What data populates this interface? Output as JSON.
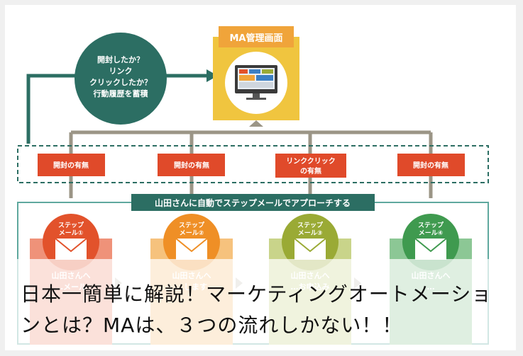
{
  "diagram": {
    "ma_box_label": "MA管理画面",
    "circle_lines": [
      "開封したか？",
      "リンク",
      "クリックしたか？",
      "行動履歴を蓄積"
    ],
    "checkpoints": [
      {
        "lines": [
          "開封の有無"
        ]
      },
      {
        "lines": [
          "開封の有無"
        ]
      },
      {
        "lines": [
          "リンククリック",
          "の有無"
        ]
      },
      {
        "lines": [
          "開封の有無"
        ]
      }
    ],
    "banner": "山田さんに自動でステップメールでアプローチする",
    "steps": [
      {
        "line1": "ステップ",
        "line2": "メール①",
        "card_line1": "山田さんへ",
        "card_line2": "…メール",
        "color": "#e2522b",
        "card_color": "#ef9279"
      },
      {
        "line1": "ステップ",
        "line2": "メール②",
        "card_line1": "山田さんへ",
        "card_line2": "…します",
        "color": "#ef8f26",
        "card_color": "#f6c27d"
      },
      {
        "line1": "ステップ",
        "line2": "メール③",
        "card_line1": "山田さんへ",
        "card_line2": "…お申込み",
        "color": "#9aaa35",
        "card_color": "#c9d48a"
      },
      {
        "line1": "ステップ",
        "line2": "メール④",
        "card_line1": "山田さんへ",
        "card_line2": "…",
        "color": "#3f9a4f",
        "card_color": "#8cc795"
      }
    ],
    "colors": {
      "teal": "#2c6e63",
      "gold": "#f0c53f",
      "orange_box": "#f0a43a",
      "checkpoint_red": "#e04a2a",
      "gray_line": "#9b9586"
    }
  },
  "article": {
    "title": "日本一簡単に解説！マーケティングオートメーションとは？MAは、３つの流れしかない！！"
  }
}
